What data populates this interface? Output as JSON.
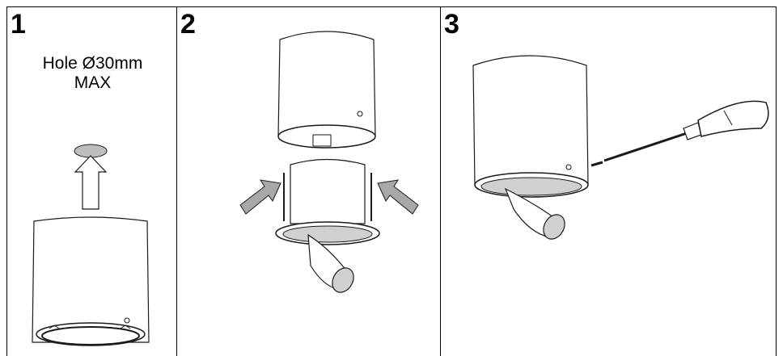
{
  "steps": [
    {
      "number": "1",
      "note_line1": "Hole Ø30mm",
      "note_line2": "MAX"
    },
    {
      "number": "2"
    },
    {
      "number": "3"
    }
  ],
  "colors": {
    "stroke": "#1a1a1a",
    "arrow_fill": "#a8a8a8",
    "hole_fill": "#bdbdbd",
    "shade": "#d0d0d0"
  },
  "icons": [
    "up-arrow-icon",
    "right-arrow-icon",
    "left-arrow-icon",
    "screwdriver-icon"
  ]
}
